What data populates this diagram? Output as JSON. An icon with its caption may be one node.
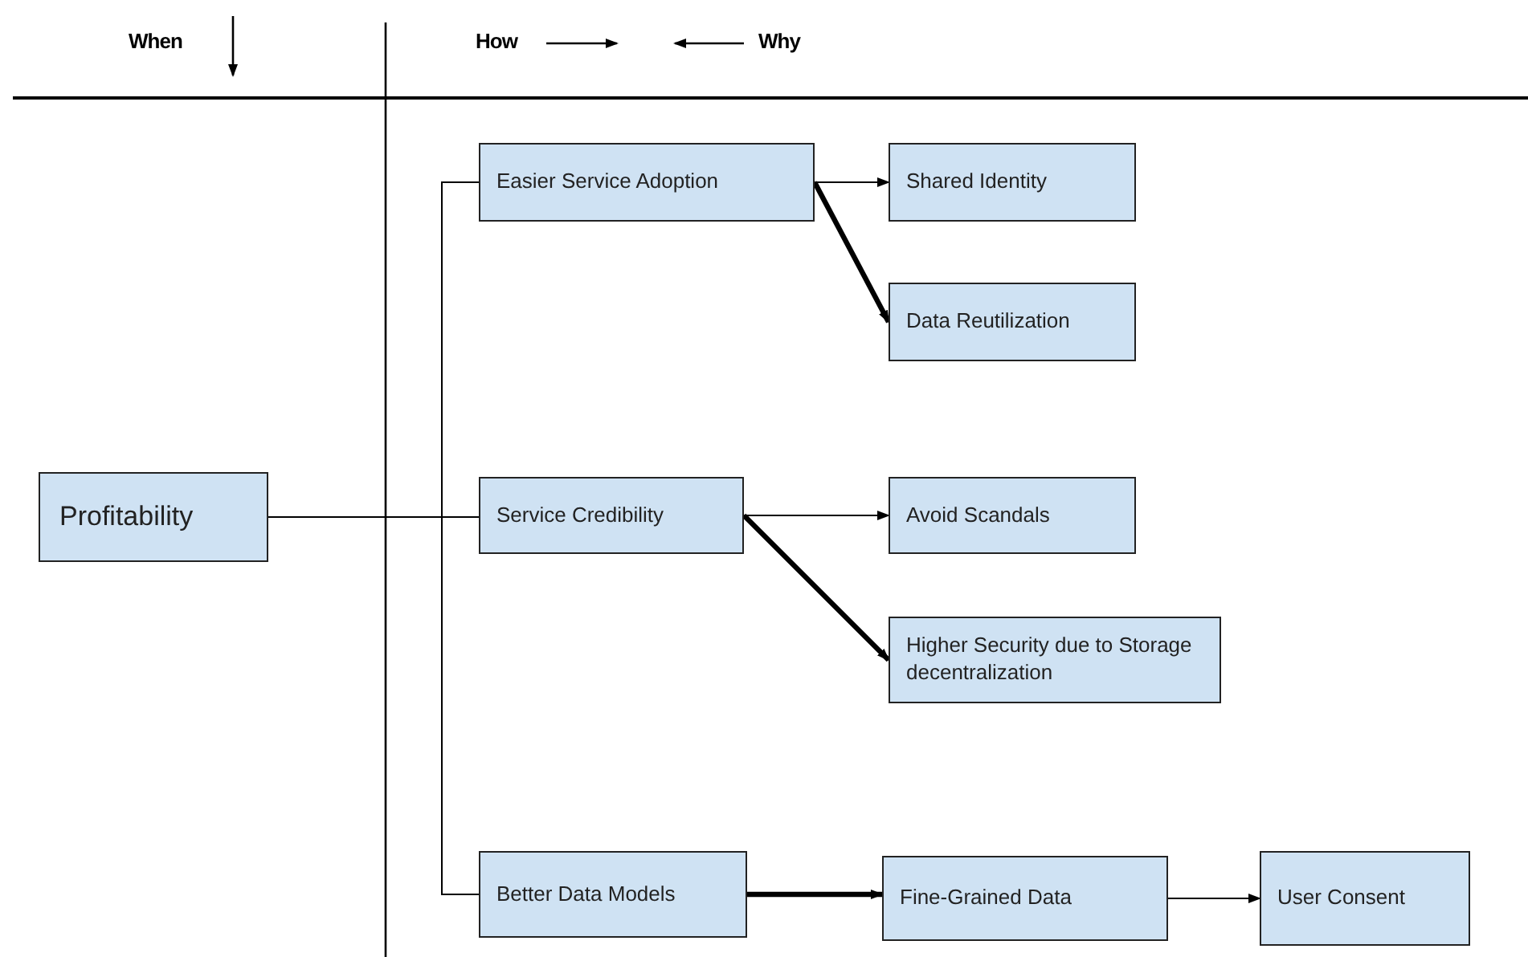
{
  "diagram": {
    "nodes": [
      {
        "text": [
          "Profitability"
        ]
      },
      {
        "text": [
          "Easier Service Adoption"
        ]
      },
      {
        "text": [
          "Shared Identity"
        ]
      },
      {
        "text": [
          "Data Reutilization"
        ]
      },
      {
        "text": [
          "Service Credibility"
        ]
      },
      {
        "text": [
          "Avoid Scandals"
        ]
      },
      {
        "text": [
          "Higher Security due to Storage decentralization"
        ]
      },
      {
        "text": [
          "Better Data Models"
        ]
      },
      {
        "text": [
          "Fine-Grained Data"
        ]
      },
      {
        "text": [
          "User Consent"
        ]
      }
    ],
    "edges": [
      {
        "from": 0,
        "to": 1,
        "arrow": "none"
      },
      {
        "from": 0,
        "to": 4,
        "arrow": "none"
      },
      {
        "from": 0,
        "to": 7,
        "arrow": "none"
      },
      {
        "from": 1,
        "to": 2,
        "arrow": "to"
      },
      {
        "from": 1,
        "to": 3,
        "arrow": "to",
        "style": "thick"
      },
      {
        "from": 4,
        "to": 5,
        "arrow": "to"
      },
      {
        "from": 4,
        "to": 6,
        "arrow": "to",
        "style": "thick"
      },
      {
        "from": 7,
        "to": 8,
        "arrow": "to",
        "style": "thick"
      },
      {
        "from": 8,
        "to": 9,
        "arrow": "to"
      }
    ],
    "labels": [
      "When",
      "How",
      "Why"
    ]
  }
}
